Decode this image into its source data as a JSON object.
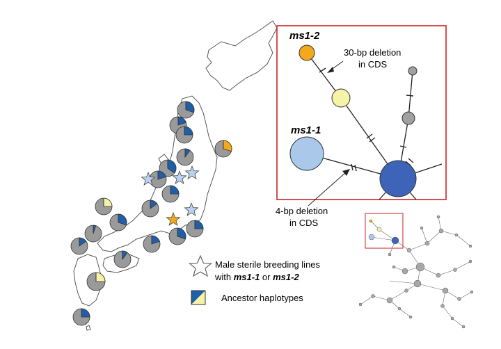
{
  "colors": {
    "gray": "#9a9a9a",
    "blue": "#1f5fa8",
    "yellow": "#f6f2a6",
    "orange": "#f4a81c",
    "light_blue": "#a9c8ea",
    "dark_blue": "#3d64b8",
    "frame_red": "#cc2222",
    "star_light": "#b9d3ef",
    "star_orange": "#f4a81c"
  },
  "inset": {
    "ms1_2_label": "ms1-2",
    "ms1_1_label": "ms1-1",
    "deletion_30_line1": "30-bp deletion",
    "deletion_30_line2": "in CDS",
    "deletion_4_line1": "4-bp deletion",
    "deletion_4_line2": "in CDS"
  },
  "legend": {
    "star_line1": "Male sterile breeding lines",
    "star_line2_prefix": "with ",
    "star_line2_a": "ms1-1",
    "star_line2_mid": " or ",
    "star_line2_b": "ms1-2",
    "ancestor_label": "Ancestor haplotypes",
    "star_icon": "star-icon",
    "ancestor_icon": "split-square-icon"
  },
  "pies": [
    {
      "fraction": 0.3,
      "accent": "blue"
    },
    {
      "fraction": 0.2,
      "accent": "blue"
    },
    {
      "fraction": 0.25,
      "accent": "blue"
    },
    {
      "fraction": 0.3,
      "accent": "orange"
    },
    {
      "fraction": 0.1,
      "accent": "blue"
    },
    {
      "fraction": 0.35,
      "accent": "blue"
    },
    {
      "fraction": 0.2,
      "accent": "blue"
    },
    {
      "fraction": 0.25,
      "accent": "blue"
    },
    {
      "fraction": 0.15,
      "accent": "blue"
    },
    {
      "fraction": 0.25,
      "accent": "yellow"
    },
    {
      "fraction": 0.3,
      "accent": "blue"
    },
    {
      "fraction": 0.05,
      "accent": "blue"
    },
    {
      "fraction": 0.15,
      "accent": "blue"
    },
    {
      "fraction": 0.2,
      "accent": "blue"
    },
    {
      "fraction": 0.1,
      "accent": "blue"
    },
    {
      "fraction": 0.3,
      "accent": "blue"
    },
    {
      "fraction": 0.25,
      "accent": "blue"
    },
    {
      "fraction": 0.02,
      "accent": "blue"
    },
    {
      "fraction": 0.02,
      "accent": "blue"
    },
    {
      "fraction": 0.25,
      "accent": "yellow"
    },
    {
      "fraction": 0.25,
      "accent": "blue"
    }
  ]
}
